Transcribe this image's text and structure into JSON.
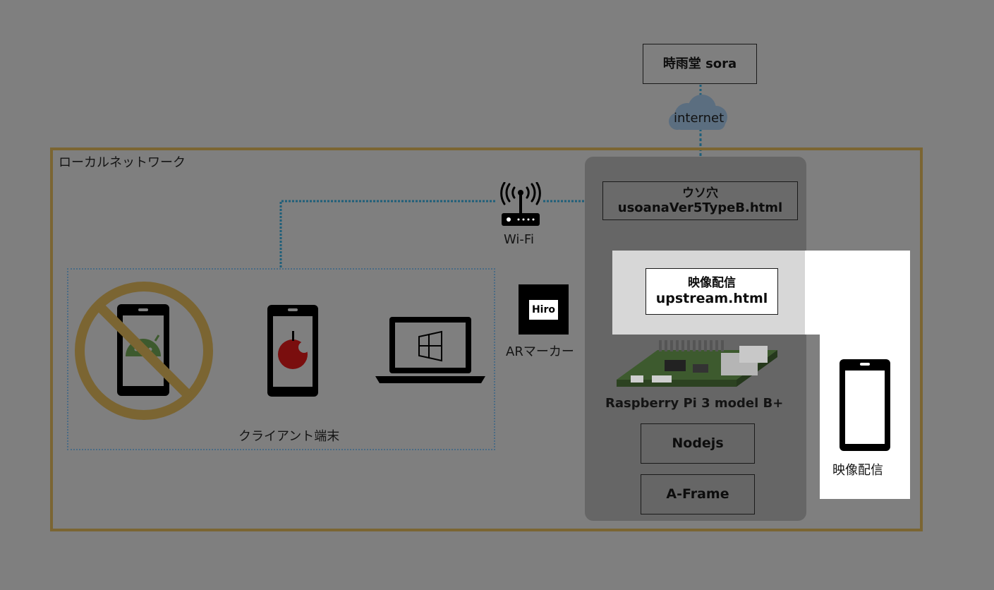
{
  "cloud_server": {
    "label": "時雨堂 sora"
  },
  "internet": {
    "label": "internet"
  },
  "local_network": {
    "label": "ローカルネットワーク"
  },
  "wifi": {
    "label": "Wi-Fi"
  },
  "clients": {
    "label": "クライアント端末",
    "devices": [
      "android-phone",
      "apple-phone",
      "windows-laptop"
    ]
  },
  "ar_marker": {
    "label": "ARマーカー",
    "marker_text": "Hiro"
  },
  "usoana": {
    "title": "ウソ穴",
    "file": "usoanaVer5TypeB.html"
  },
  "upstream": {
    "title": "映像配信",
    "file": "upstream.html"
  },
  "raspberry_pi": {
    "label": "Raspberry Pi 3 model B+"
  },
  "nodejs": {
    "label": "Nodejs"
  },
  "aframe": {
    "label": "A-Frame"
  },
  "streaming_phone": {
    "label": "映像配信"
  },
  "colors": {
    "background": "#7f7f7f",
    "network_frame": "#7b6532",
    "server_panel": "#666666",
    "highlight": "#ffffff",
    "link_dark": "#1f5f7a",
    "link_light": "#29b6f6",
    "forbidden": "#7b6532"
  }
}
